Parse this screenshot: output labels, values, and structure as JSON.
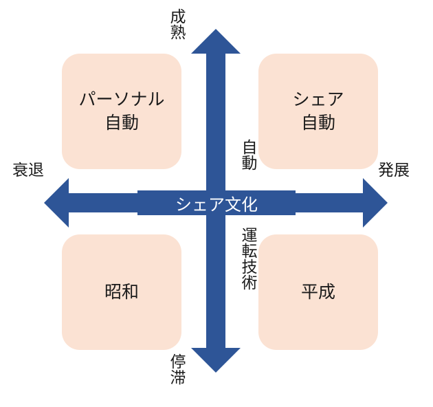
{
  "axis": {
    "top": "成熟",
    "bottom": "停滞",
    "left": "衰退",
    "right": "発展",
    "horizontal_label": "シェア文化",
    "vertical_label_upper": "自動",
    "vertical_label_lower": "運転技術",
    "color": "#2e5597"
  },
  "quadrants": {
    "top_left": [
      "パーソナル",
      "自動"
    ],
    "top_right": [
      "シェア",
      "自動"
    ],
    "bottom_left": "昭和",
    "bottom_right": "平成",
    "box_color": "#fbe2d3"
  }
}
